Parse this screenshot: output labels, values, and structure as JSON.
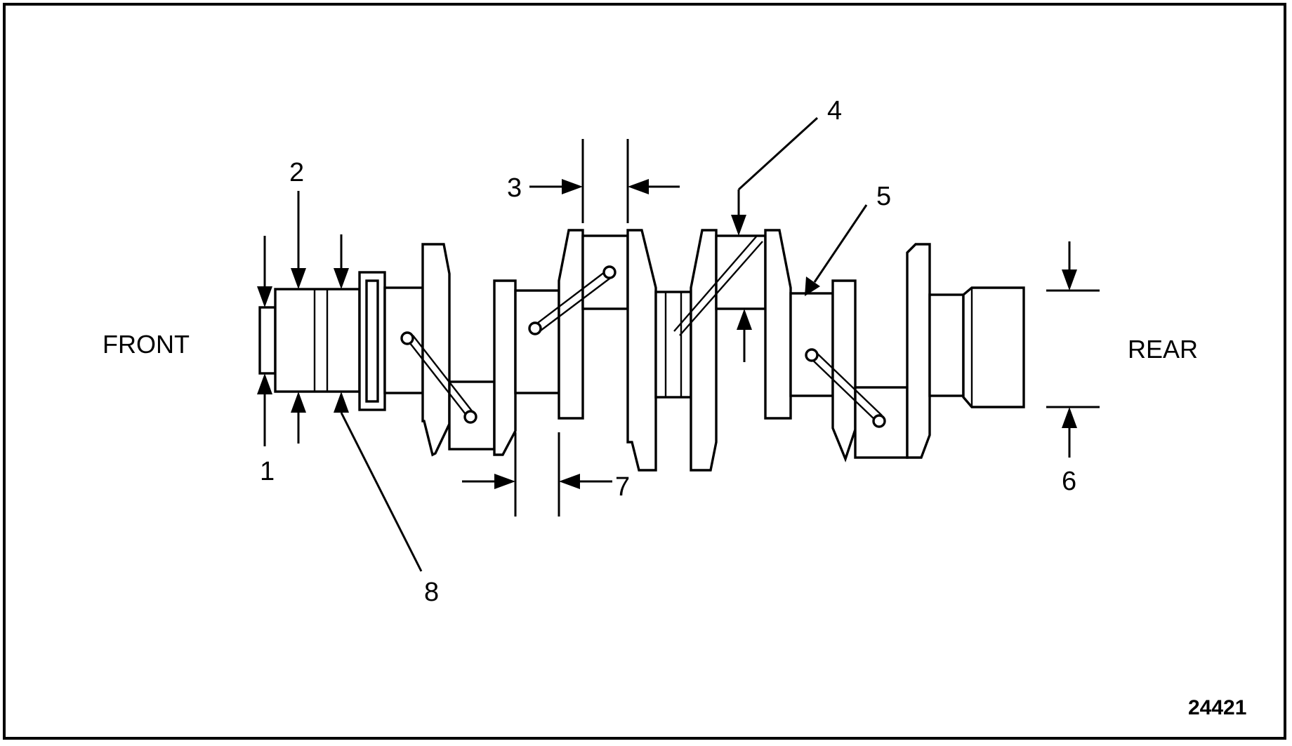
{
  "labels": {
    "front": "FRONT",
    "rear": "REAR",
    "callouts": [
      "1",
      "2",
      "3",
      "4",
      "5",
      "6",
      "7",
      "8"
    ]
  },
  "figure_number": "24421",
  "colors": {
    "ink": "#000000",
    "paper": "#ffffff"
  }
}
